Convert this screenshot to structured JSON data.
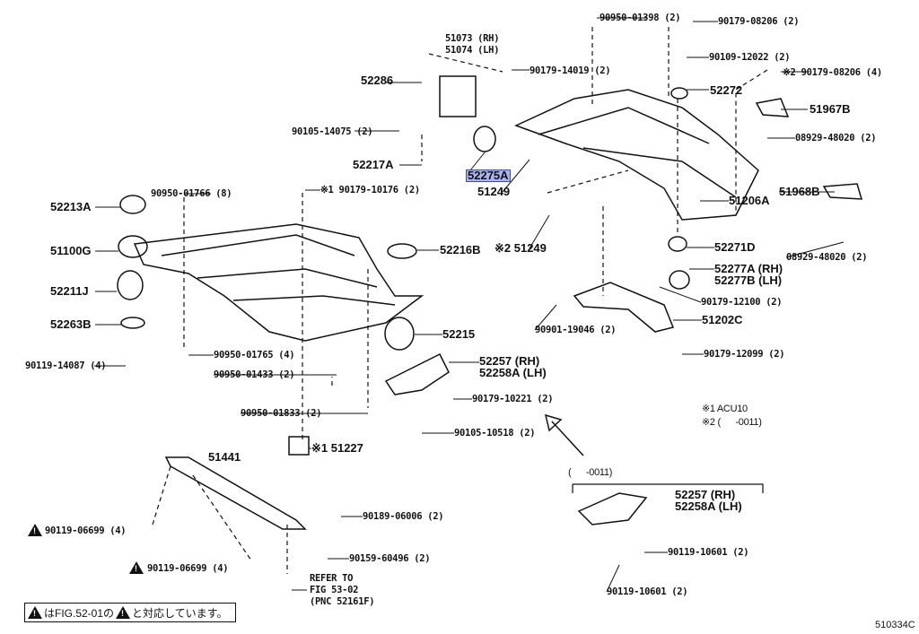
{
  "labels": [
    "90950-01398 (2)",
    "90179-08206 (2)",
    "51073 (RH)",
    "51074 (LH)",
    "90109-12022 (2)",
    "90179-14019 (2)",
    "※2 90179-08206 (4)",
    "52286",
    "52272",
    "51967B",
    "90105-14075 (2)",
    "08929-48020 (2)",
    "52217A",
    "52275A",
    "51249",
    "52213A",
    "90950-01766 (8)",
    "※1 90179-10176 (2)",
    "51968B",
    "51206A",
    "51100G",
    "52216B",
    "※2 51249",
    "52271D",
    "08929-48020 (2)",
    "52277A (RH)",
    "52277B (LH)",
    "52211J",
    "90179-12100 (2)",
    "52263B",
    "51202C",
    "90901-19046 (2)",
    "52215",
    "90950-01765 (4)",
    "90179-12099 (2)",
    "90119-14087 (4)",
    "52257 (RH)",
    "52258A (LH)",
    "90950-01433 (2)",
    "90179-10221 (2)",
    "90950-01833 (2)",
    "※1 ACU10",
    "※2 (      -0011)",
    "90105-10518 (2)",
    "※1 51227",
    "51441",
    "(      -0011)",
    "52257 (RH)",
    "52258A (LH)",
    "90189-06006 (2)",
    "90119-06699 (4)",
    "90119-10601 (2)",
    "90159-60496 (2)",
    "90119-06699 (4)",
    "REFER TO",
    "FIG 53-02",
    "(PNC 52161F)",
    "90119-10601 (2)"
  ],
  "highlighted_part": "52275A",
  "note": {
    "part1": "はFIG.52-01の",
    "part2": "と対応しています。",
    "icon": "warning-triangle-1"
  },
  "figure_code": "510334C",
  "colors": {
    "highlight": "#aab4ee",
    "ink": "#111111"
  }
}
